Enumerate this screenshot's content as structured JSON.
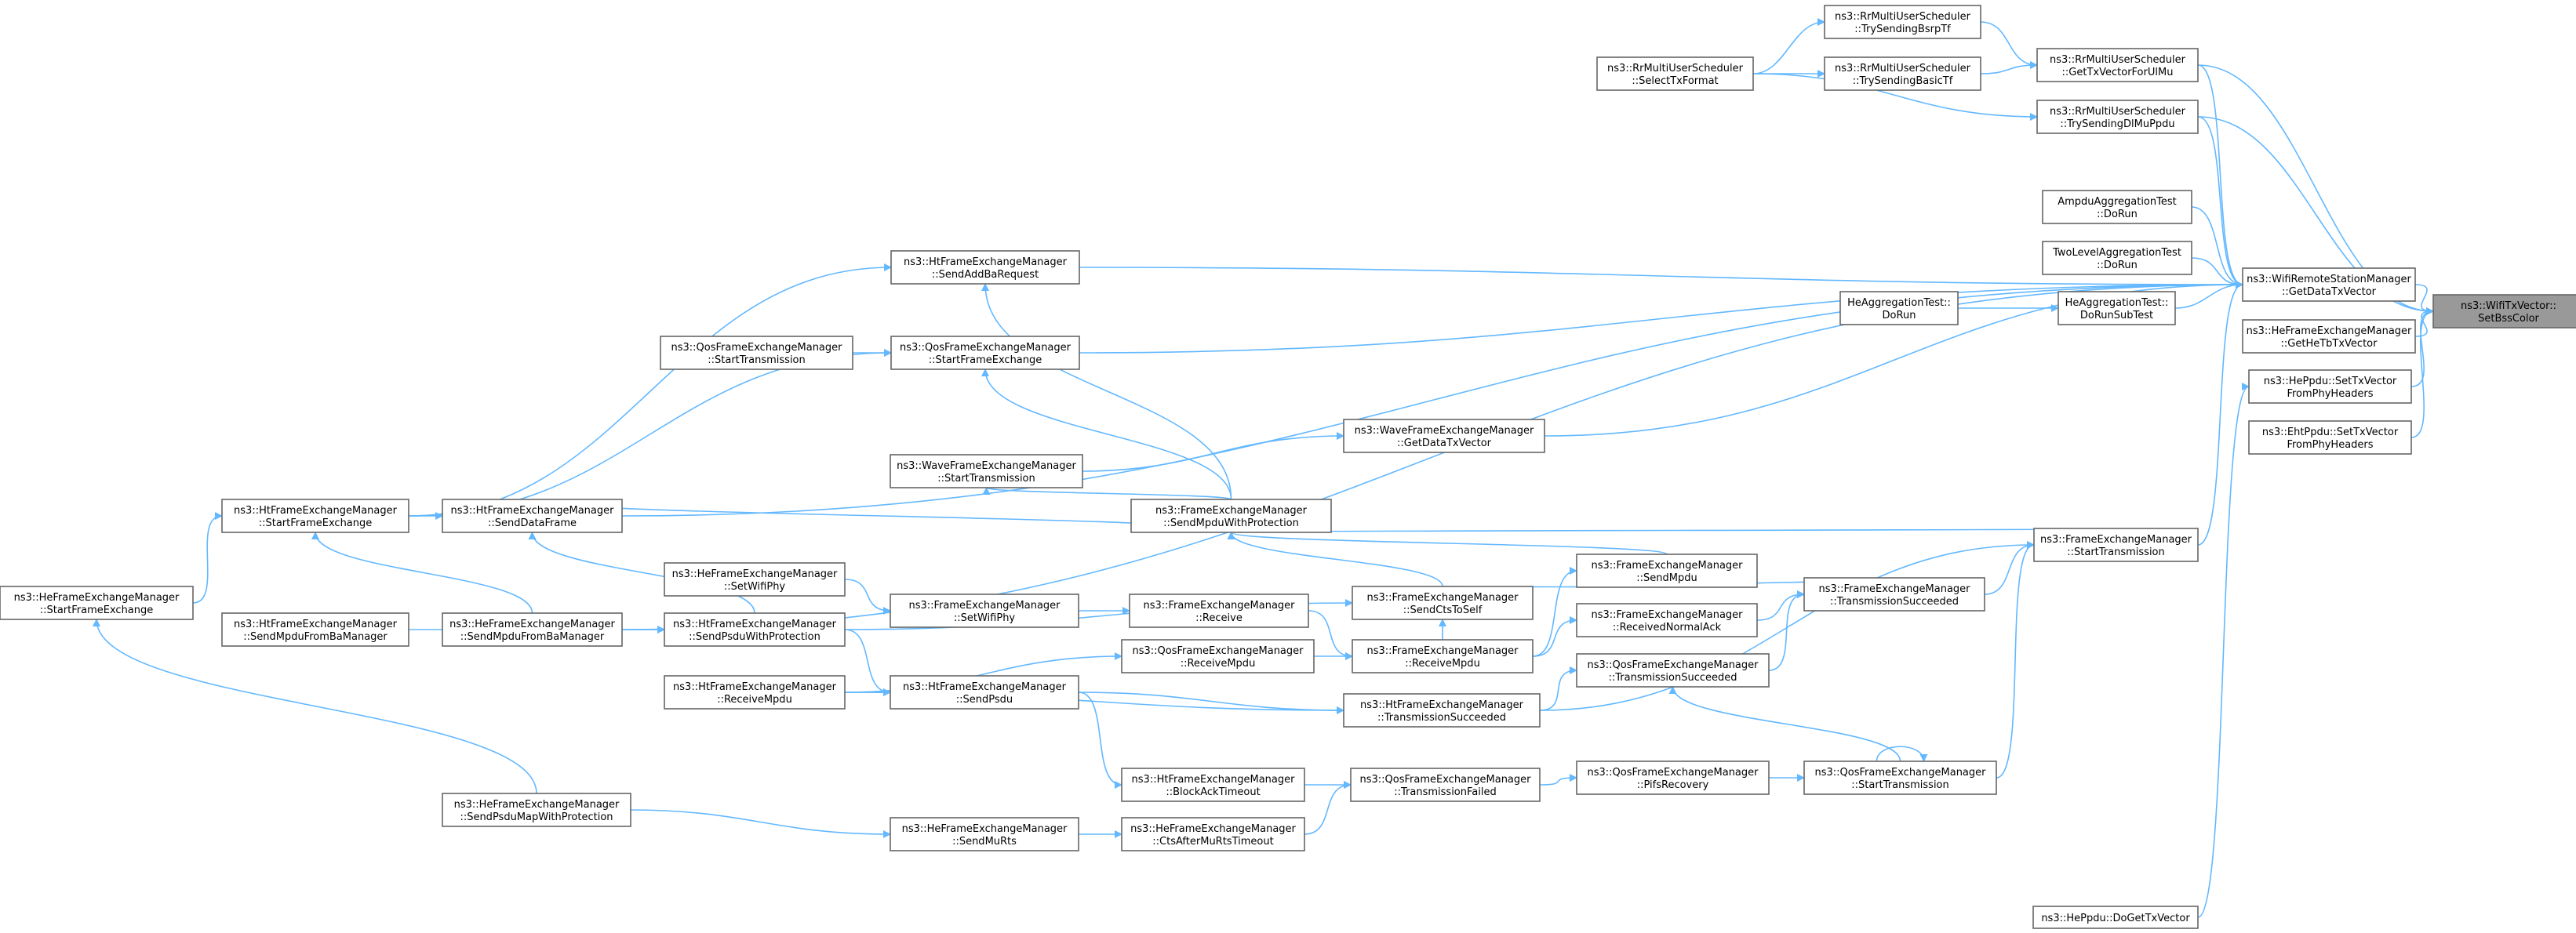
{
  "graph": {
    "nodes": [
      {
        "id": "n0",
        "lines": [
          "ns3::WifiTxVector::",
          "SetBssColor"
        ],
        "root": true
      },
      {
        "id": "n1",
        "lines": [
          "ns3::WifiRemoteStationManager",
          "::GetDataTxVector"
        ]
      },
      {
        "id": "n2",
        "lines": [
          "ns3::HeFrameExchangeManager",
          "::GetHeTbTxVector"
        ]
      },
      {
        "id": "n3",
        "lines": [
          "ns3::HePpdu::SetTxVector",
          "FromPhyHeaders"
        ]
      },
      {
        "id": "n4",
        "lines": [
          "ns3::EhtPpdu::SetTxVector",
          "FromPhyHeaders"
        ]
      },
      {
        "id": "n5",
        "lines": [
          "ns3::RrMultiUserScheduler",
          "::GetTxVectorForUlMu"
        ]
      },
      {
        "id": "n6",
        "lines": [
          "ns3::RrMultiUserScheduler",
          "::TrySendingDlMuPpdu"
        ]
      },
      {
        "id": "n7",
        "lines": [
          "ns3::RrMultiUserScheduler",
          "::TrySendingBsrpTf"
        ]
      },
      {
        "id": "n8",
        "lines": [
          "ns3::RrMultiUserScheduler",
          "::TrySendingBasicTf"
        ]
      },
      {
        "id": "n9",
        "lines": [
          "ns3::RrMultiUserScheduler",
          "::SelectTxFormat"
        ]
      },
      {
        "id": "n10",
        "lines": [
          "AmpduAggregationTest",
          "::DoRun"
        ]
      },
      {
        "id": "n11",
        "lines": [
          "TwoLevelAggregationTest",
          "::DoRun"
        ]
      },
      {
        "id": "n12",
        "lines": [
          "HeAggregationTest::",
          "DoRunSubTest"
        ]
      },
      {
        "id": "n13",
        "lines": [
          "HeAggregationTest::",
          "DoRun"
        ]
      },
      {
        "id": "n14",
        "lines": [
          "ns3::FrameExchangeManager",
          "::StartTransmission"
        ]
      },
      {
        "id": "n15",
        "lines": [
          "ns3::HePpdu::DoGetTxVector"
        ]
      },
      {
        "id": "n16",
        "lines": [
          "ns3::WaveFrameExchangeManager",
          "::GetDataTxVector"
        ]
      },
      {
        "id": "n17",
        "lines": [
          "ns3::WaveFrameExchangeManager",
          "::StartTransmission"
        ]
      },
      {
        "id": "n18",
        "lines": [
          "ns3::HtFrameExchangeManager",
          "::SendAddBaRequest"
        ]
      },
      {
        "id": "n19",
        "lines": [
          "ns3::QosFrameExchangeManager",
          "::StartFrameExchange"
        ]
      },
      {
        "id": "n20",
        "lines": [
          "ns3::QosFrameExchangeManager",
          "::StartTransmission"
        ]
      },
      {
        "id": "n21",
        "lines": [
          "ns3::FrameExchangeManager",
          "::SendMpduWithProtection"
        ]
      },
      {
        "id": "n22",
        "lines": [
          "ns3::HtFrameExchangeManager",
          "::SendDataFrame"
        ]
      },
      {
        "id": "n23",
        "lines": [
          "ns3::HtFrameExchangeManager",
          "::StartFrameExchange"
        ]
      },
      {
        "id": "n24",
        "lines": [
          "ns3::HeFrameExchangeManager",
          "::StartFrameExchange"
        ]
      },
      {
        "id": "n25",
        "lines": [
          "ns3::FrameExchangeManager",
          "::SendMpdu"
        ]
      },
      {
        "id": "n26",
        "lines": [
          "ns3::FrameExchangeManager",
          "::SendCtsToSelf"
        ]
      },
      {
        "id": "n27",
        "lines": [
          "ns3::FrameExchangeManager",
          "::ReceivedNormalAck"
        ]
      },
      {
        "id": "n28",
        "lines": [
          "ns3::FrameExchangeManager",
          "::TransmissionSucceeded"
        ]
      },
      {
        "id": "n29",
        "lines": [
          "ns3::FrameExchangeManager",
          "::ReceiveMpdu"
        ]
      },
      {
        "id": "n30",
        "lines": [
          "ns3::QosFrameExchangeManager",
          "::TransmissionSucceeded"
        ]
      },
      {
        "id": "n31",
        "lines": [
          "ns3::HtFrameExchangeManager",
          "::TransmissionSucceeded"
        ]
      },
      {
        "id": "n32",
        "lines": [
          "ns3::QosFrameExchangeManager",
          "::StartTransmission"
        ]
      },
      {
        "id": "n33",
        "lines": [
          "ns3::QosFrameExchangeManager",
          "::PifsRecovery"
        ]
      },
      {
        "id": "n34",
        "lines": [
          "ns3::QosFrameExchangeManager",
          "::TransmissionFailed"
        ]
      },
      {
        "id": "n35",
        "lines": [
          "ns3::HtFrameExchangeManager",
          "::BlockAckTimeout"
        ]
      },
      {
        "id": "n36",
        "lines": [
          "ns3::HeFrameExchangeManager",
          "::CtsAfterMuRtsTimeout"
        ]
      },
      {
        "id": "n37",
        "lines": [
          "ns3::HeFrameExchangeManager",
          "::SendMuRts"
        ]
      },
      {
        "id": "n38",
        "lines": [
          "ns3::HtFrameExchangeManager",
          "::SendPsdu"
        ]
      },
      {
        "id": "n39",
        "lines": [
          "ns3::QosFrameExchangeManager",
          "::ReceiveMpdu"
        ]
      },
      {
        "id": "n40",
        "lines": [
          "ns3::FrameExchangeManager",
          "::Receive"
        ]
      },
      {
        "id": "n41",
        "lines": [
          "ns3::FrameExchangeManager",
          "::SetWifiPhy"
        ]
      },
      {
        "id": "n42",
        "lines": [
          "ns3::HeFrameExchangeManager",
          "::SetWifiPhy"
        ]
      },
      {
        "id": "n43",
        "lines": [
          "ns3::HtFrameExchangeManager",
          "::SendPsduWithProtection"
        ]
      },
      {
        "id": "n44",
        "lines": [
          "ns3::HtFrameExchangeManager",
          "::ReceiveMpdu"
        ]
      },
      {
        "id": "n45",
        "lines": [
          "ns3::HtFrameExchangeManager",
          "::SendMpduFromBaManager"
        ]
      },
      {
        "id": "n46",
        "lines": [
          "ns3::HeFrameExchangeManager",
          "::SendMpduFromBaManager"
        ]
      },
      {
        "id": "n47",
        "lines": [
          "ns3::HeFrameExchangeManager",
          "::SendPsduMapWithProtection"
        ]
      }
    ],
    "edges": [
      [
        "n1",
        "n0"
      ],
      [
        "n2",
        "n0"
      ],
      [
        "n3",
        "n0"
      ],
      [
        "n4",
        "n0"
      ],
      [
        "n5",
        "n0"
      ],
      [
        "n6",
        "n0"
      ],
      [
        "n5",
        "n1"
      ],
      [
        "n6",
        "n1"
      ],
      [
        "n10",
        "n1"
      ],
      [
        "n11",
        "n1"
      ],
      [
        "n12",
        "n1"
      ],
      [
        "n14",
        "n1"
      ],
      [
        "n16",
        "n1"
      ],
      [
        "n18",
        "n1"
      ],
      [
        "n19",
        "n1"
      ],
      [
        "n22",
        "n1"
      ],
      [
        "n46",
        "n1"
      ],
      [
        "n7",
        "n5"
      ],
      [
        "n8",
        "n5"
      ],
      [
        "n9",
        "n7"
      ],
      [
        "n9",
        "n8"
      ],
      [
        "n9",
        "n6"
      ],
      [
        "n13",
        "n12"
      ],
      [
        "n15",
        "n3"
      ],
      [
        "n28",
        "n14"
      ],
      [
        "n32",
        "n14"
      ],
      [
        "n31",
        "n14"
      ],
      [
        "n17",
        "n16"
      ],
      [
        "n20",
        "n19"
      ],
      [
        "n21",
        "n18"
      ],
      [
        "n21",
        "n19"
      ],
      [
        "n21",
        "n17"
      ],
      [
        "n21",
        "n22"
      ],
      [
        "n14",
        "n21"
      ],
      [
        "n25",
        "n21"
      ],
      [
        "n26",
        "n21"
      ],
      [
        "n23",
        "n18"
      ],
      [
        "n23",
        "n19"
      ],
      [
        "n23",
        "n22"
      ],
      [
        "n24",
        "n23"
      ],
      [
        "n25",
        "n26"
      ],
      [
        "n29",
        "n26"
      ],
      [
        "n29",
        "n25"
      ],
      [
        "n28",
        "n25"
      ],
      [
        "n30",
        "n28"
      ],
      [
        "n27",
        "n28"
      ],
      [
        "n29",
        "n27"
      ],
      [
        "n39",
        "n29"
      ],
      [
        "n40",
        "n29"
      ],
      [
        "n31",
        "n30"
      ],
      [
        "n32",
        "n30"
      ],
      [
        "n32",
        "n32"
      ],
      [
        "n33",
        "n32"
      ],
      [
        "n34",
        "n33"
      ],
      [
        "n35",
        "n34"
      ],
      [
        "n36",
        "n34"
      ],
      [
        "n37",
        "n36"
      ],
      [
        "n38",
        "n35"
      ],
      [
        "n38",
        "n31"
      ],
      [
        "n44",
        "n31"
      ],
      [
        "n44",
        "n39"
      ],
      [
        "n44",
        "n38"
      ],
      [
        "n43",
        "n38"
      ],
      [
        "n43",
        "n26"
      ],
      [
        "n43",
        "n22"
      ],
      [
        "n41",
        "n40"
      ],
      [
        "n42",
        "n41"
      ],
      [
        "n45",
        "n43"
      ],
      [
        "n46",
        "n43"
      ],
      [
        "n46",
        "n23"
      ],
      [
        "n47",
        "n37"
      ],
      [
        "n47",
        "n24"
      ]
    ]
  }
}
